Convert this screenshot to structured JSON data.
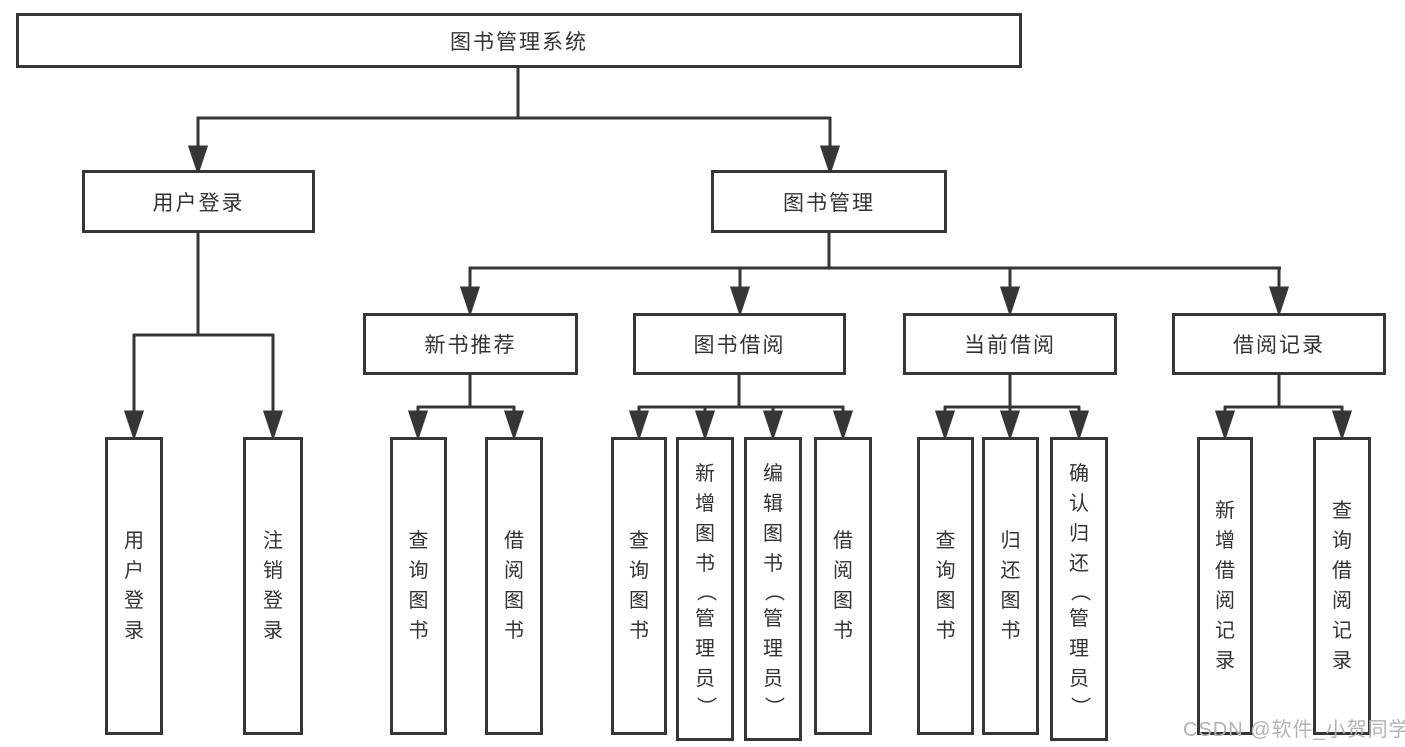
{
  "diagram": {
    "root": "图书管理系统",
    "level2": {
      "user_login": "用户登录",
      "book_mgmt": "图书管理"
    },
    "level3": {
      "new_book_rec": "新书推荐",
      "book_borrow": "图书借阅",
      "current_borrow": "当前借阅",
      "borrow_record": "借阅记录"
    },
    "leaves": {
      "user_login": "用户登录",
      "logout": "注销登录",
      "rec_query_book": "查询图书",
      "rec_borrow_book": "借阅图书",
      "borrow_query_book": "查询图书",
      "borrow_add_book": "新增图书（管理员）",
      "borrow_edit_book": "编辑图书（管理员）",
      "borrow_borrow_book": "借阅图书",
      "current_query_book": "查询图书",
      "current_return_book": "归还图书",
      "current_confirm_return": "确认归还（管理员）",
      "record_add": "新增借阅记录",
      "record_query": "查询借阅记录"
    }
  },
  "watermark": "CSDN @软件_小贺同学",
  "colors": {
    "line": "#363636",
    "text": "#333333",
    "background": "#ffffff",
    "watermark": "#b3b3b3"
  }
}
